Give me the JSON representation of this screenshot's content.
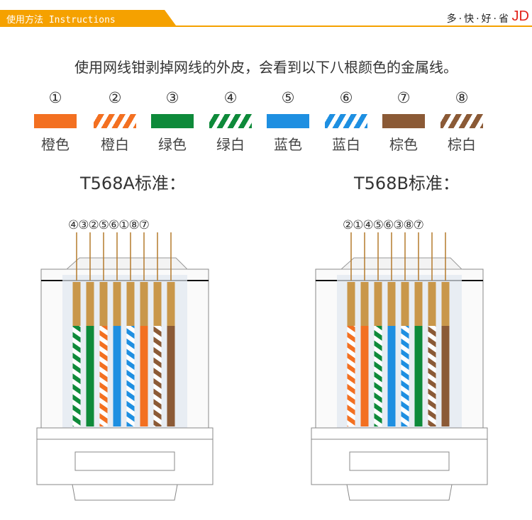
{
  "header": {
    "tag": "使用方法 Instructions",
    "slogan": "多·快·好·省",
    "logo": "JD",
    "accent_color": "#f5a100",
    "logo_color": "#e2231a"
  },
  "headline": "使用网线钳剥掉网线的外皮，会看到以下八根颜色的金属线。",
  "legend": [
    {
      "num": "①",
      "name": "橙色",
      "color": "#f37021",
      "striped": false
    },
    {
      "num": "②",
      "name": "橙白",
      "color": "#f37021",
      "striped": true
    },
    {
      "num": "③",
      "name": "绿色",
      "color": "#0e8a3a",
      "striped": false
    },
    {
      "num": "④",
      "name": "绿白",
      "color": "#0e8a3a",
      "striped": true
    },
    {
      "num": "⑤",
      "name": "蓝色",
      "color": "#1e8fe1",
      "striped": false
    },
    {
      "num": "⑥",
      "name": "蓝白",
      "color": "#1e8fe1",
      "striped": true
    },
    {
      "num": "⑦",
      "name": "棕色",
      "color": "#8b5a36",
      "striped": false
    },
    {
      "num": "⑧",
      "name": "棕白",
      "color": "#8b5a36",
      "striped": true
    }
  ],
  "standards": [
    {
      "title": "T568A标准：",
      "order": "④③②⑤⑥①⑧⑦",
      "wires": [
        4,
        3,
        2,
        5,
        6,
        1,
        8,
        7
      ]
    },
    {
      "title": "T568B标准：",
      "order": "②①④⑤⑥③⑧⑦",
      "wires": [
        2,
        1,
        4,
        5,
        6,
        3,
        8,
        7
      ]
    }
  ]
}
